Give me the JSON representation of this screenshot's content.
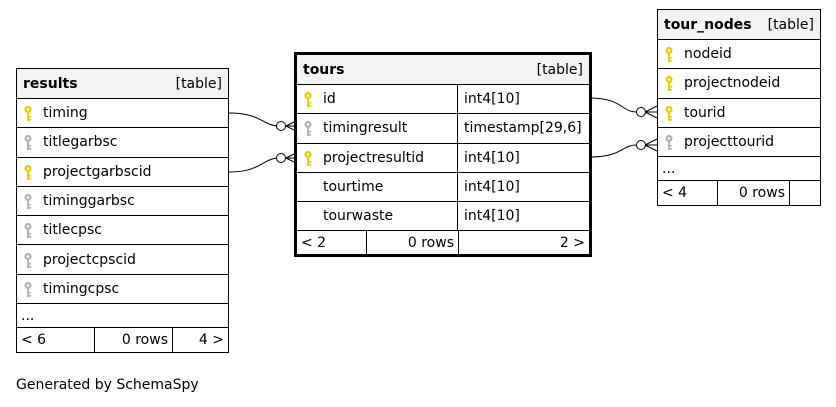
{
  "tables": {
    "results": {
      "name": "results",
      "type": "[table]",
      "columns": [
        {
          "name": "timing",
          "key": "primary"
        },
        {
          "name": "titlegarbsc",
          "key": "foreign"
        },
        {
          "name": "projectgarbscid",
          "key": "primary"
        },
        {
          "name": "timinggarbsc",
          "key": "foreign"
        },
        {
          "name": "titlecpsc",
          "key": "foreign"
        },
        {
          "name": "projectcpscid",
          "key": "foreign"
        },
        {
          "name": "timingcpsc",
          "key": "foreign"
        }
      ],
      "ellipsis": "...",
      "footer": {
        "left": "< 6",
        "middle": "0 rows",
        "right": "4 >"
      }
    },
    "tours": {
      "name": "tours",
      "type": "[table]",
      "columns": [
        {
          "name": "id",
          "type": "int4[10]",
          "key": "primary"
        },
        {
          "name": "timingresult",
          "type": "timestamp[29,6]",
          "key": "foreign"
        },
        {
          "name": "projectresultid",
          "type": "int4[10]",
          "key": "primary"
        },
        {
          "name": "tourtime",
          "type": "int4[10]",
          "key": "none"
        },
        {
          "name": "tourwaste",
          "type": "int4[10]",
          "key": "none"
        }
      ],
      "footer": {
        "left": "< 2",
        "middle": "0 rows",
        "right": "2 >"
      }
    },
    "tour_nodes": {
      "name": "tour_nodes",
      "type": "[table]",
      "columns": [
        {
          "name": "nodeid",
          "key": "primary"
        },
        {
          "name": "projectnodeid",
          "key": "primary"
        },
        {
          "name": "tourid",
          "key": "primary"
        },
        {
          "name": "projecttourid",
          "key": "foreign"
        }
      ],
      "ellipsis": "...",
      "footer": {
        "left": "< 4",
        "middle": "0 rows",
        "right": ""
      }
    }
  },
  "colors": {
    "primary_key": "#e6d200",
    "foreign_key": "#b3b3b3",
    "header_bg": "#f3f3f3"
  },
  "generated_by": "Generated by SchemaSpy"
}
